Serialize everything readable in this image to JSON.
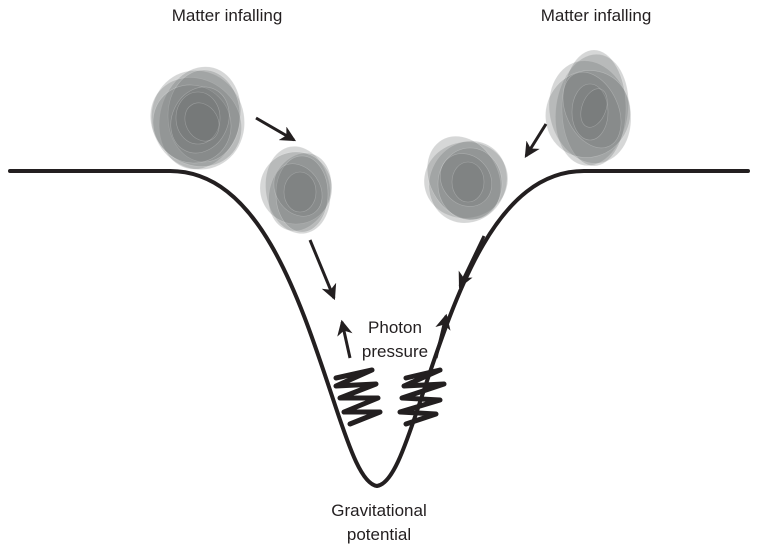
{
  "labels": {
    "matter_left": "Matter infalling",
    "matter_right": "Matter infalling",
    "photon_line1": "Photon",
    "photon_line2": "pressure",
    "grav_line1": "Gravitational",
    "grav_line2": "potential"
  },
  "colors": {
    "ink": "#231f20",
    "blob_fill": "#6d6e71"
  },
  "icons": {
    "blobs": "matter-clump",
    "arrows": "arrow-icon",
    "springs": "zigzag-spring-icon"
  }
}
